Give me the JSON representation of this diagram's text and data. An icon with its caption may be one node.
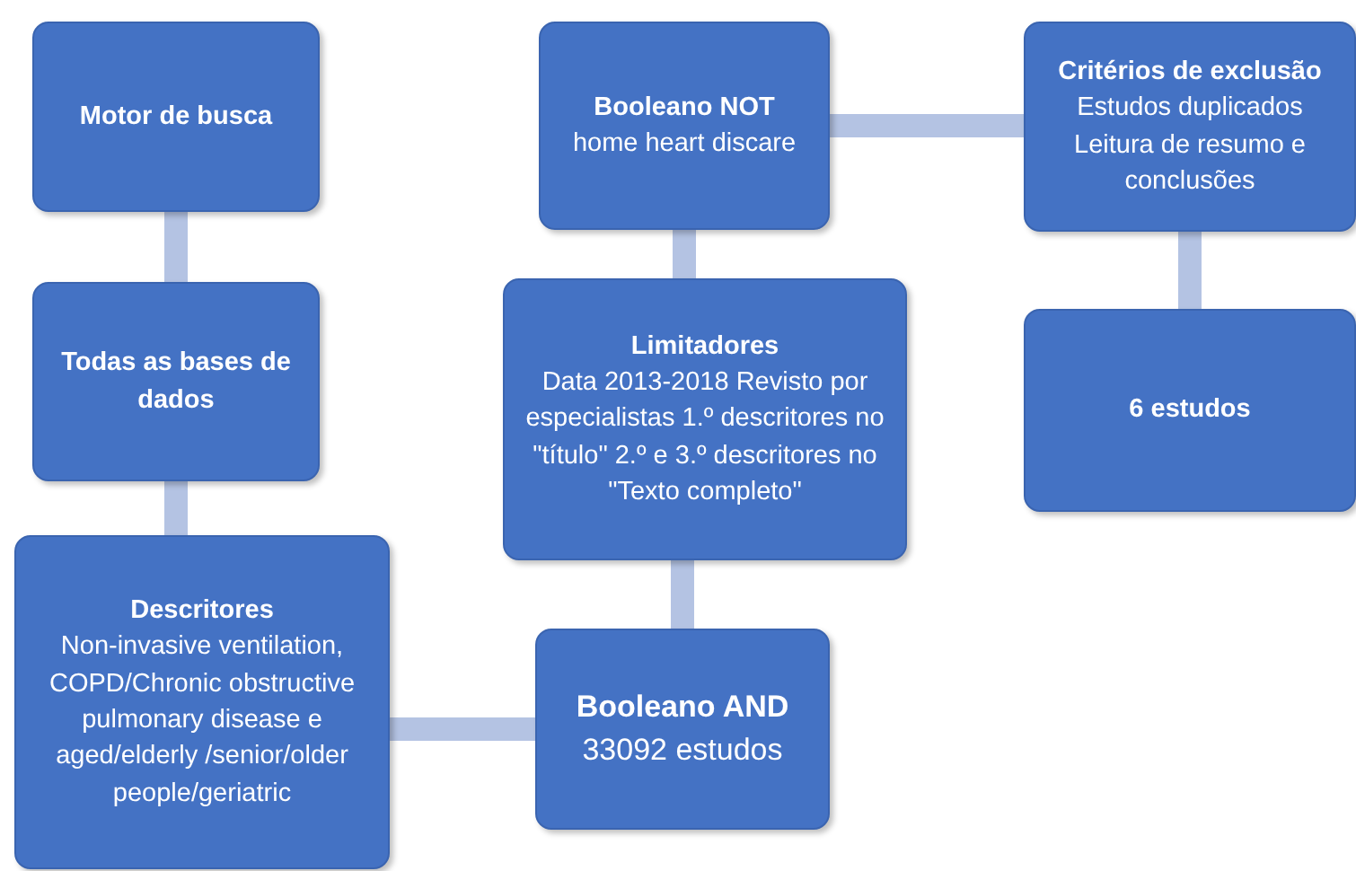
{
  "diagram": {
    "nodes": [
      {
        "text": [
          "Motor de busca"
        ]
      },
      {
        "text": [
          "Todas as bases de dados"
        ]
      },
      {
        "text": [
          "Descritores",
          "Non-invasive ventilation, COPD/Chronic obstructive pulmonary disease e aged/elderly /senior/older people/geriatric"
        ]
      },
      {
        "text": [
          "Booleano AND",
          "33092 estudos"
        ]
      },
      {
        "text": [
          "Limitadores",
          "Data 2013-2018 Revisto por especialistas 1.º descritores no \"título\" 2.º e 3.º descritores no \"Texto completo\""
        ]
      },
      {
        "text": [
          "Booleano NOT",
          "home heart discare"
        ]
      },
      {
        "text": [
          "Critérios de exclusão",
          "Estudos duplicados Leitura de resumo e conclusões"
        ]
      },
      {
        "text": [
          "6 estudos"
        ]
      }
    ],
    "edges": [
      {
        "from": 0,
        "to": 1,
        "arrow": "none"
      },
      {
        "from": 1,
        "to": 2,
        "arrow": "none"
      },
      {
        "from": 2,
        "to": 3,
        "arrow": "none"
      },
      {
        "from": 3,
        "to": 4,
        "arrow": "none"
      },
      {
        "from": 4,
        "to": 5,
        "arrow": "none"
      },
      {
        "from": 5,
        "to": 6,
        "arrow": "none"
      },
      {
        "from": 6,
        "to": 7,
        "arrow": "none"
      }
    ]
  }
}
